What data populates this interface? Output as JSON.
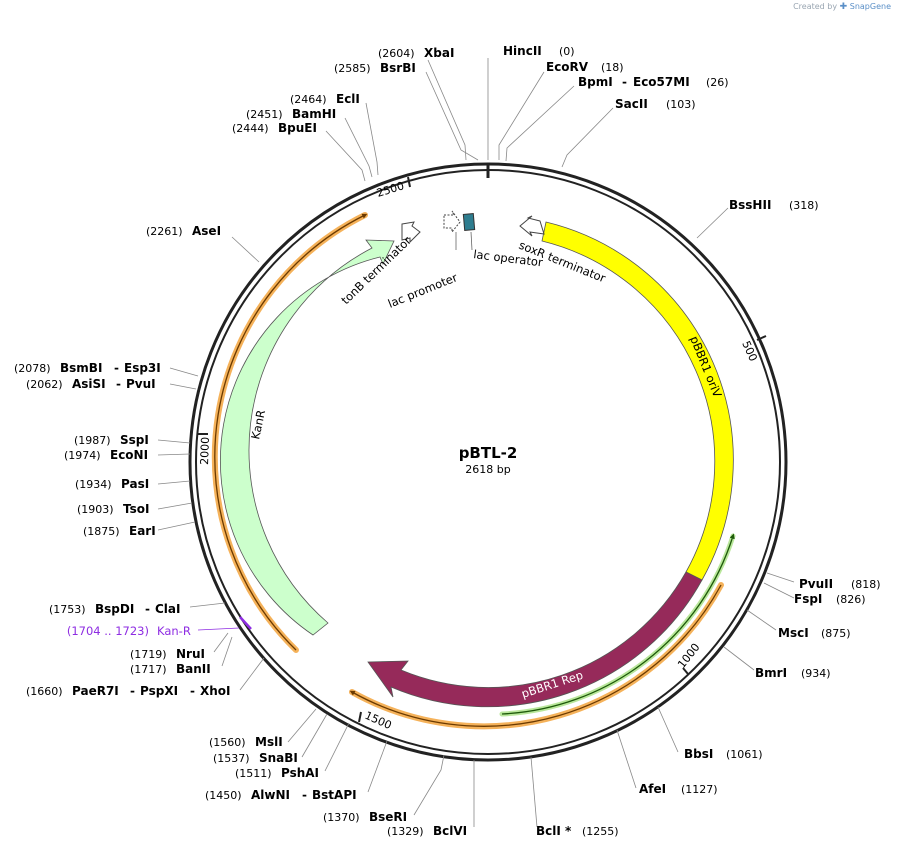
{
  "credit": {
    "prefix": "Created by",
    "brand": "SnapGene"
  },
  "plasmid": {
    "name": "pBTL-2",
    "length_label": "2618 bp",
    "length": 2618
  },
  "tick_labels": [
    "500",
    "1000",
    "1500",
    "2000",
    "2500"
  ],
  "colors": {
    "backbone": "#222222",
    "orange_arrow": "#f5b25a",
    "green_arrow": "#3a7d1e",
    "oriV": "#ffff00",
    "rep": "#962a5a",
    "kanR": "#ccffcc",
    "operator": "#2e7d8f",
    "primer": "#8e2de2"
  },
  "features": {
    "oriV": "pBBR1 oriV",
    "rep": "pBBR1 Rep",
    "kanR": "KanR",
    "soxR": "soxR terminator",
    "lacOp": "lac operator",
    "lacProm": "lac promoter",
    "tonB": "tonB terminator"
  },
  "primer": {
    "range": "(1704 .. 1723)",
    "name": "Kan-R"
  },
  "sites": {
    "XbaI": {
      "pos": "(2604)",
      "name": "XbaI"
    },
    "BsrBI": {
      "pos": "(2585)",
      "name": "BsrBI"
    },
    "HincII": {
      "pos": "(0)",
      "name": "HincII"
    },
    "EcoRV": {
      "pos": "(18)",
      "name": "EcoRV"
    },
    "BpmI": {
      "pos": "(26)",
      "name": "BpmI",
      "name2": "Eco57MI"
    },
    "SacII": {
      "pos": "(103)",
      "name": "SacII"
    },
    "EclI": {
      "pos": "(2464)",
      "name": "EclI"
    },
    "BamHI": {
      "pos": "(2451)",
      "name": "BamHI"
    },
    "BpuEI": {
      "pos": "(2444)",
      "name": "BpuEI"
    },
    "BssHII": {
      "pos": "(318)",
      "name": "BssHII"
    },
    "AseI": {
      "pos": "(2261)",
      "name": "AseI"
    },
    "BsmBI": {
      "pos": "(2078)",
      "name": "BsmBI",
      "name2": "Esp3I"
    },
    "AsiSI": {
      "pos": "(2062)",
      "name": "AsiSI",
      "name2": "PvuI"
    },
    "SspI": {
      "pos": "(1987)",
      "name": "SspI"
    },
    "EcoNI": {
      "pos": "(1974)",
      "name": "EcoNI"
    },
    "PasI": {
      "pos": "(1934)",
      "name": "PasI"
    },
    "TsoI": {
      "pos": "(1903)",
      "name": "TsoI"
    },
    "EarI": {
      "pos": "(1875)",
      "name": "EarI"
    },
    "PvuII": {
      "pos": "(818)",
      "name": "PvuII"
    },
    "FspI": {
      "pos": "(826)",
      "name": "FspI"
    },
    "MscI": {
      "pos": "(875)",
      "name": "MscI"
    },
    "BmrI": {
      "pos": "(934)",
      "name": "BmrI"
    },
    "BspDI": {
      "pos": "(1753)",
      "name": "BspDI",
      "name2": "ClaI"
    },
    "NruI": {
      "pos": "(1719)",
      "name": "NruI"
    },
    "BanII": {
      "pos": "(1717)",
      "name": "BanII"
    },
    "PaeR7I": {
      "pos": "(1660)",
      "name": "PaeR7I",
      "name2": "PspXI",
      "name3": "XhoI"
    },
    "BbsI": {
      "pos": "(1061)",
      "name": "BbsI"
    },
    "AfeI": {
      "pos": "(1127)",
      "name": "AfeI"
    },
    "MslI": {
      "pos": "(1560)",
      "name": "MslI"
    },
    "SnaBI": {
      "pos": "(1537)",
      "name": "SnaBI"
    },
    "PshAI": {
      "pos": "(1511)",
      "name": "PshAI"
    },
    "AlwNI": {
      "pos": "(1450)",
      "name": "AlwNI",
      "name2": "BstAPI"
    },
    "BseRI": {
      "pos": "(1370)",
      "name": "BseRI"
    },
    "BclVI": {
      "pos": "(1329)",
      "name": "BclVI"
    },
    "BclI": {
      "pos": "(1255)",
      "name": "BclI *"
    }
  }
}
